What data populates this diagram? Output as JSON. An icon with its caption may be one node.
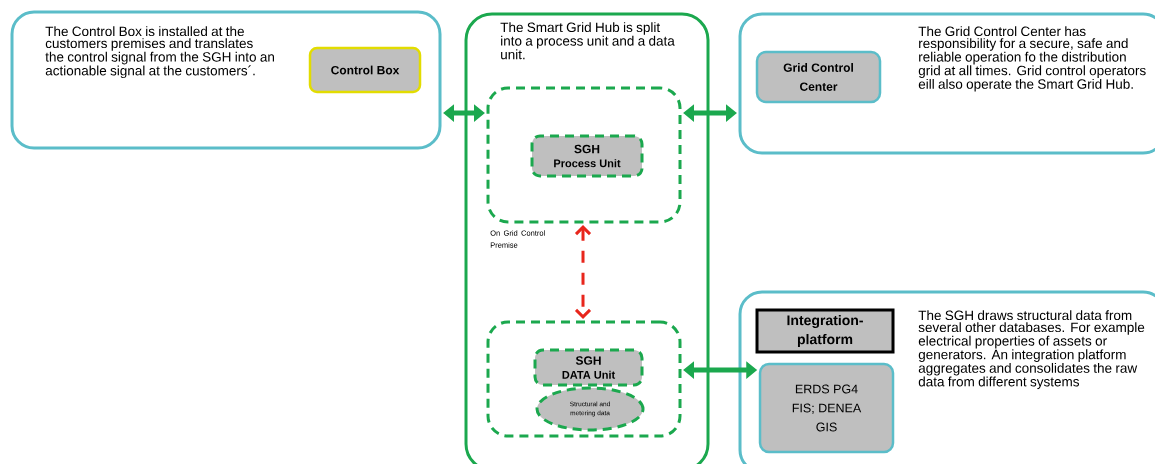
{
  "diagram": {
    "nodes": [
      {
        "text": [
          "The Control Box is installed at the customers premises and translates the control signal from the SGH into an actionable signal at the customers´."
        ]
      },
      {
        "text": [
          "Control Box"
        ],
        "in": 0
      },
      {
        "text": [
          "The Smart Grid Hub is split into a process unit and a data unit.",
          "On Grid Control Premise"
        ]
      },
      {
        "text": [],
        "shape": "box",
        "in": 2
      },
      {
        "text": [
          "SGH",
          "Process Unit"
        ],
        "in": 3
      },
      {
        "text": [],
        "shape": "box",
        "in": 2
      },
      {
        "text": [
          "SGH",
          "DATA Unit"
        ],
        "in": 5
      },
      {
        "text": [
          "Structural and metering data"
        ],
        "in": 5
      },
      {
        "text": [
          "The Grid Control Center has responsibility for a secure, safe and reliable operation fo the distribution grid at all times. Grid control operators eill also operate the Smart Grid Hub."
        ]
      },
      {
        "text": [
          "Grid Control Center"
        ],
        "in": 8
      },
      {
        "text": [
          "The SGH draws structural data from several other databases. For example electrical properties of assets or generators. An integration platform aggregates and consolidates the raw data from different systems"
        ]
      },
      {
        "text": [
          "Integration-platform"
        ],
        "in": 10
      },
      {
        "text": [
          "ERDS PG4 FIS; DENEA GIS"
        ],
        "in": 10
      }
    ],
    "edges": [
      {
        "from": 0,
        "to": 3,
        "arrow": "both"
      },
      {
        "from": 3,
        "to": 8,
        "arrow": "both"
      },
      {
        "from": 3,
        "to": 5,
        "arrow": "both",
        "style": "dashed",
        "color": "#e8261c"
      },
      {
        "from": 5,
        "to": 12,
        "arrow": "both"
      }
    ]
  }
}
